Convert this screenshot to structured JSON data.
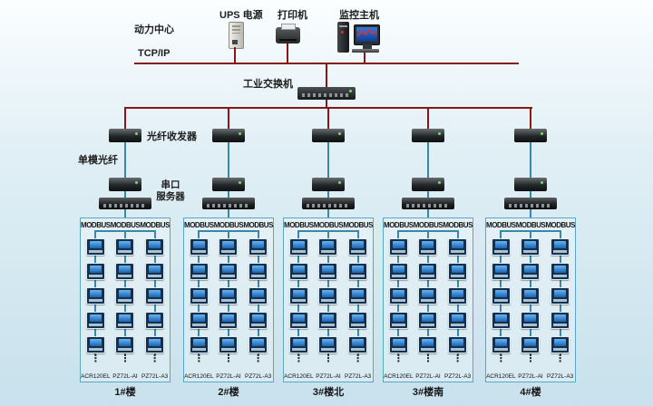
{
  "header": {
    "power_center_label": "动力中心",
    "tcpip_label": "TCP/IP",
    "devices": [
      {
        "label": "UPS 电源",
        "icon": "ups-icon"
      },
      {
        "label": "打印机",
        "icon": "printer-icon"
      },
      {
        "label": "监控主机",
        "icon": "host-computer-icon"
      }
    ]
  },
  "network": {
    "switch_label": "工业交换机",
    "fiber_transceiver_label": "光纤收发器",
    "single_mode_fiber_label": "单模光纤",
    "serial_server_label": [
      "串口",
      "服务器"
    ]
  },
  "ellipsis": "⋮",
  "groups": [
    {
      "name": "1#楼",
      "bus_labels": [
        "MODBUS",
        "MODBUS",
        "MODBUS"
      ],
      "meter_models": [
        "ACR120EL",
        "PZ72L-AI",
        "PZ72L-A3"
      ],
      "meters_per_column": 5
    },
    {
      "name": "2#楼",
      "bus_labels": [
        "MODBUS",
        "MODBUS",
        "MODBUS"
      ],
      "meter_models": [
        "ACR120EL",
        "PZ72L-AI",
        "PZ72L-A3"
      ],
      "meters_per_column": 5
    },
    {
      "name": "3#楼北",
      "bus_labels": [
        "MODBUS",
        "MODBUS",
        "MODBUS"
      ],
      "meter_models": [
        "ACR120EL",
        "PZ72L-AI",
        "PZ72L-A3"
      ],
      "meters_per_column": 5
    },
    {
      "name": "3#楼南",
      "bus_labels": [
        "MODBUS",
        "MODBUS",
        "MODBUS"
      ],
      "meter_models": [
        "ACR120EL",
        "PZ72L-AI",
        "PZ72L-A3"
      ],
      "meters_per_column": 5
    },
    {
      "name": "4#楼",
      "bus_labels": [
        "MODBUS",
        "MODBUS",
        "MODBUS"
      ],
      "meter_models": [
        "ACR120EL",
        "PZ72L-AI",
        "PZ72L-A3"
      ],
      "meters_per_column": 5
    }
  ],
  "colors": {
    "background_top": "#fbfeff",
    "background_bottom": "#c8e1ec",
    "backbone_line": "#8a1717",
    "bus_line": "#3b87a8",
    "panel_border": "#5aa7c2",
    "label_text": "#1c1c1c"
  }
}
